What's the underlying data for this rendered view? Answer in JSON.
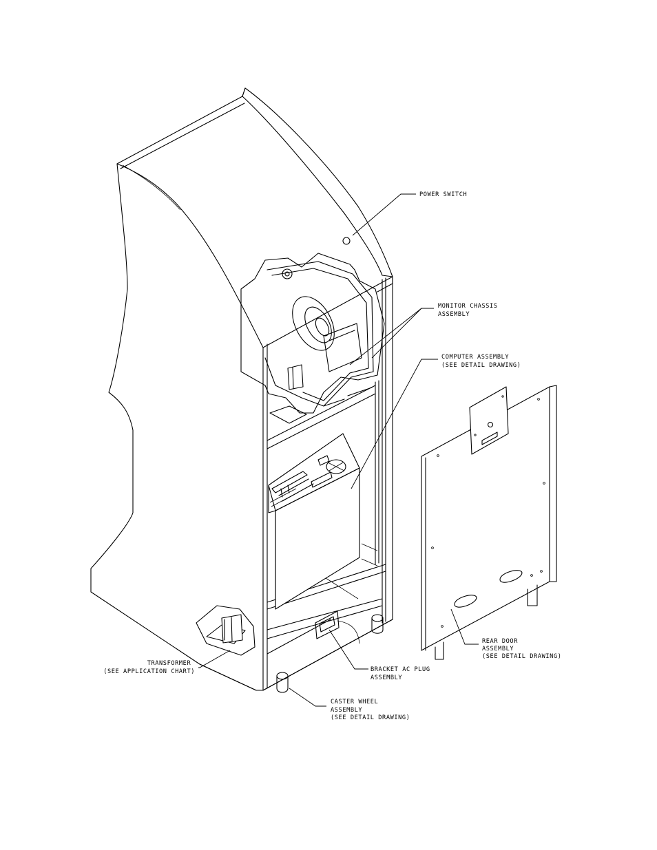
{
  "diagram": {
    "labels": {
      "power_switch": [
        "POWER SWITCH"
      ],
      "monitor_chassis": [
        "MONITOR CHASSIS",
        "ASSEMBLY"
      ],
      "computer": [
        "COMPUTER ASSEMBLY",
        "(SEE DETAIL DRAWING)"
      ],
      "rear_door": [
        "REAR DOOR",
        "ASSEMBLY",
        "(SEE DETAIL DRAWING)"
      ],
      "transformer": [
        "TRANSFORMER",
        "(SEE APPLICATION CHART)"
      ],
      "bracket_ac": [
        "BRACKET AC PLUG",
        "ASSEMBLY"
      ],
      "caster": [
        "CASTER WHEEL",
        "ASSEMBLY",
        "(SEE DETAIL DRAWING)"
      ]
    }
  }
}
